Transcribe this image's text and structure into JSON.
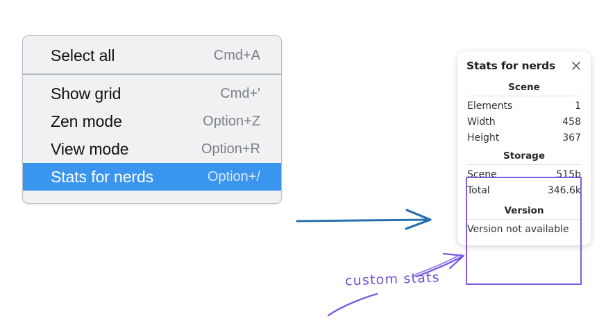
{
  "context_menu": {
    "groups": [
      {
        "items": [
          {
            "label": "Select all",
            "shortcut": "Cmd+A",
            "selected": false
          }
        ]
      },
      {
        "items": [
          {
            "label": "Show grid",
            "shortcut": "Cmd+'",
            "selected": false
          },
          {
            "label": "Zen mode",
            "shortcut": "Option+Z",
            "selected": false
          },
          {
            "label": "View mode",
            "shortcut": "Option+R",
            "selected": false
          },
          {
            "label": "Stats for nerds",
            "shortcut": "Option+/",
            "selected": true
          }
        ]
      }
    ],
    "highlight_color": "#3a95ee"
  },
  "stats_panel": {
    "title": "Stats for nerds",
    "close_icon": "close-icon",
    "sections": [
      {
        "title": "Scene",
        "rows": [
          {
            "key": "Elements",
            "value": "1"
          },
          {
            "key": "Width",
            "value": "458"
          },
          {
            "key": "Height",
            "value": "367"
          }
        ]
      },
      {
        "title": "Storage",
        "rows": [
          {
            "key": "Scene",
            "value": "515b"
          },
          {
            "key": "Total",
            "value": "346.6k"
          }
        ]
      },
      {
        "title": "Version",
        "single": "Version not available"
      }
    ]
  },
  "annotations": {
    "custom_stats_label": "custom stats",
    "arrow_blue_color": "#2a6fad",
    "arrow_purple_color": "#7c5ce0"
  }
}
